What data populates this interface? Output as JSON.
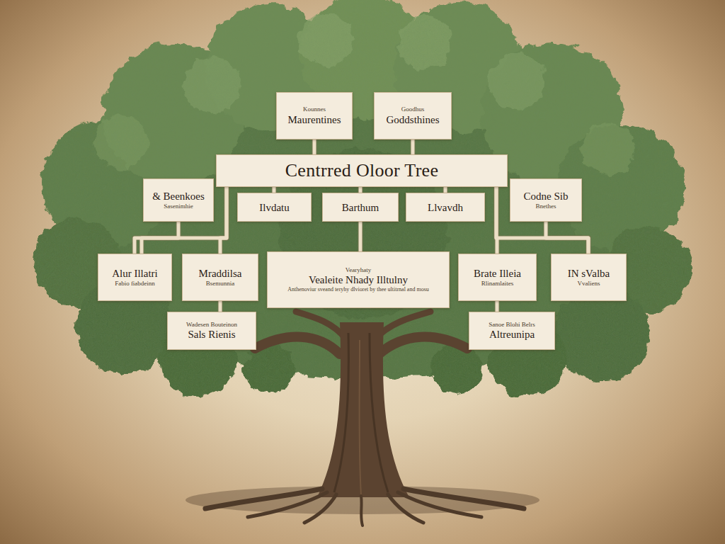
{
  "diagram": {
    "nodes": [
      {
        "text": [
          "Kounnes",
          "Maurentines"
        ]
      },
      {
        "text": [
          "Goodhus",
          "Goddsthines"
        ]
      },
      {
        "text": [
          "Centrred Oloor Tree"
        ]
      },
      {
        "text": [
          "& Beenkoes",
          "Sasenimhie"
        ]
      },
      {
        "text": [
          "Ilvdatu"
        ]
      },
      {
        "text": [
          "Barthum"
        ]
      },
      {
        "text": [
          "Llvavdh"
        ]
      },
      {
        "text": [
          "Codne Sib",
          "Bnethes"
        ]
      },
      {
        "text": [
          "Alur Illatri",
          "Fabio fiabdeinn"
        ]
      },
      {
        "text": [
          "Mraddilsa",
          "Bsemunnia"
        ]
      },
      {
        "text": [
          "Vearyhaty",
          "Vealeite Nhady Illtulny",
          "Anthenoviur sveand teryhy dlvioret by thee ultitrnal and mosu"
        ]
      },
      {
        "text": [
          "Brate Illeia",
          "Rlinamlaites"
        ]
      },
      {
        "text": [
          "IN sValba",
          "Vvaliens"
        ]
      },
      {
        "text": [
          "Wadesen Bouteinon",
          "Sals Rienis"
        ]
      },
      {
        "text": [
          "Sanoe Blohi Belrs",
          "Altreunipa"
        ]
      }
    ],
    "edges": [
      {
        "from": 0,
        "to": 2,
        "arrow": "none"
      },
      {
        "from": 1,
        "to": 2,
        "arrow": "none"
      },
      {
        "from": 2,
        "to": 4,
        "arrow": "none"
      },
      {
        "from": 2,
        "to": 5,
        "arrow": "none"
      },
      {
        "from": 2,
        "to": 6,
        "arrow": "none"
      },
      {
        "from": 5,
        "to": 10,
        "arrow": "none"
      },
      {
        "from": 2,
        "to": 8,
        "arrow": "none"
      },
      {
        "from": 2,
        "to": 9,
        "arrow": "none"
      },
      {
        "from": 3,
        "to": 8,
        "arrow": "none"
      },
      {
        "from": 2,
        "to": 11,
        "arrow": "none"
      },
      {
        "from": 2,
        "to": 12,
        "arrow": "none"
      },
      {
        "from": 7,
        "to": 12,
        "arrow": "none"
      },
      {
        "from": 9,
        "to": 13,
        "arrow": "none"
      },
      {
        "from": 11,
        "to": 14,
        "arrow": "none"
      }
    ]
  }
}
